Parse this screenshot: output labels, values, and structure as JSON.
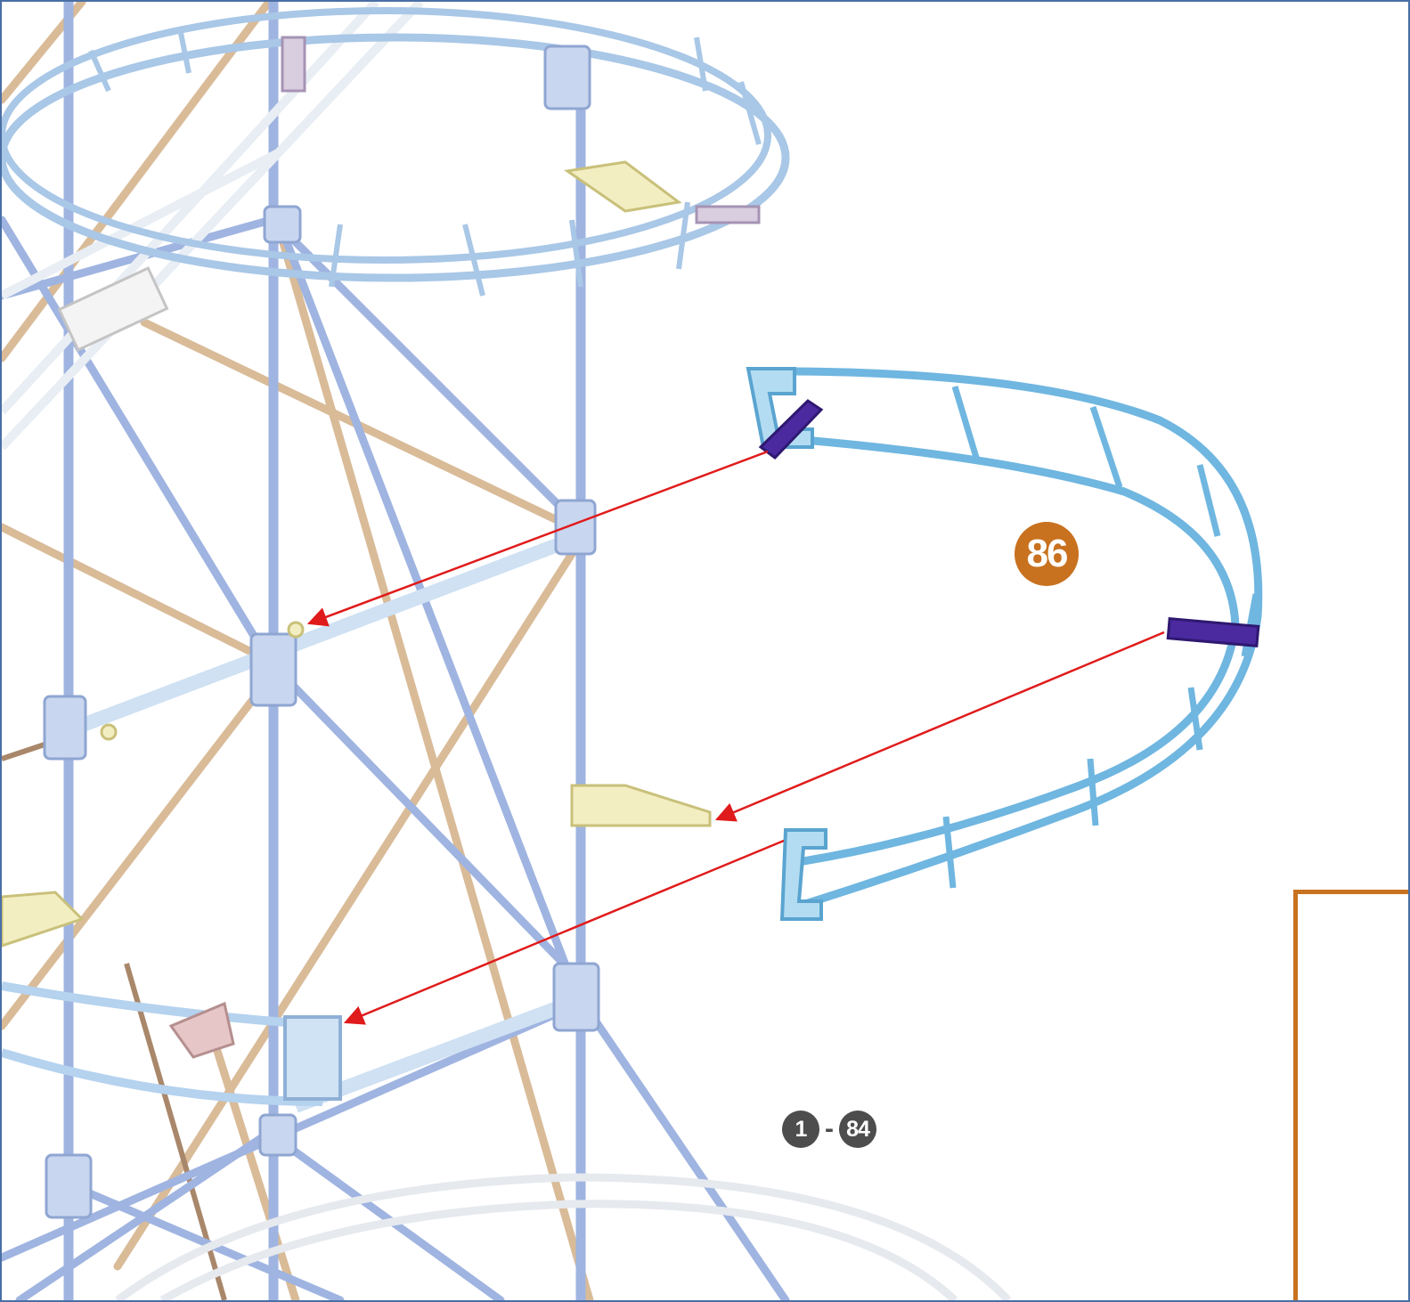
{
  "step": {
    "number": "86"
  },
  "previous_steps": {
    "from": "1",
    "separator": "-",
    "to": "84"
  },
  "colors": {
    "frame_border": "#4a6fa5",
    "step_badge": "#c8711f",
    "new_track": "#6fb6e0",
    "connector_purple": "#4b2aa0",
    "arrow_red": "#e01b1b",
    "structure_blue": "#9fb4e0",
    "structure_tan": "#d9bb98",
    "track_existing": "#b5d2ee",
    "inset_border": "#c8711f"
  },
  "icons": [
    "assembly-arrow",
    "track-piece",
    "connector-piece"
  ]
}
